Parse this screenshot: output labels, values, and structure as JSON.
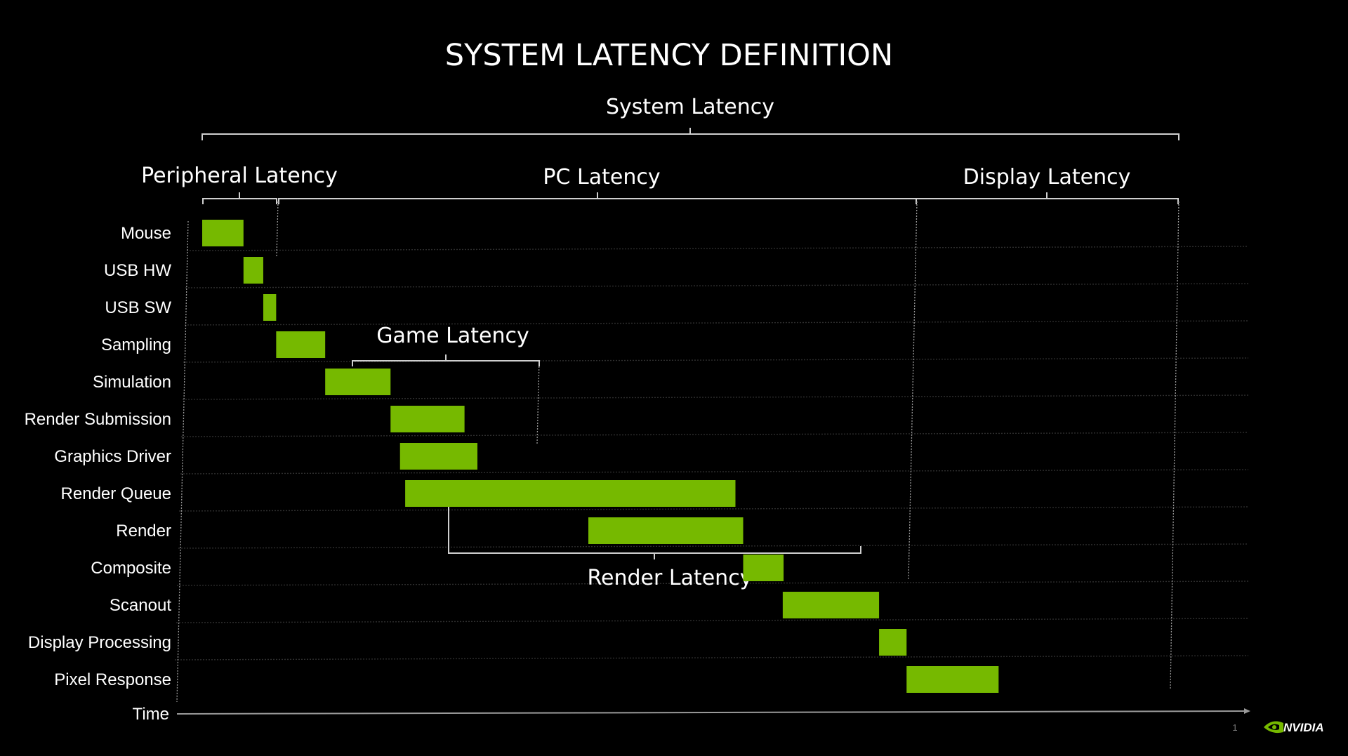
{
  "title": "SYSTEM LATENCY DEFINITION",
  "colors": {
    "background": "#000000",
    "bar": "#76b900",
    "text": "#ffffff",
    "bracket": "#cfcfcf"
  },
  "brackets": {
    "system_latency": "System Latency",
    "peripheral_latency": "Peripheral Latency",
    "pc_latency": "PC Latency",
    "display_latency": "Display Latency",
    "game_latency": "Game Latency",
    "render_latency": "Render Latency"
  },
  "time_axis_label": "Time",
  "stages": [
    {
      "label": "Mouse",
      "start": 0.0,
      "end": 4.8
    },
    {
      "label": "USB HW",
      "start": 4.8,
      "end": 7.1
    },
    {
      "label": "USB SW",
      "start": 7.1,
      "end": 8.6
    },
    {
      "label": "Sampling",
      "start": 8.6,
      "end": 14.3
    },
    {
      "label": "Simulation",
      "start": 14.3,
      "end": 21.9
    },
    {
      "label": "Render Submission",
      "start": 21.9,
      "end": 30.5
    },
    {
      "label": "Graphics Driver",
      "start": 23.0,
      "end": 32.0
    },
    {
      "label": "Render Queue",
      "start": 23.6,
      "end": 62.0
    },
    {
      "label": "Render",
      "start": 44.9,
      "end": 62.9
    },
    {
      "label": "Composite",
      "start": 62.9,
      "end": 67.6
    },
    {
      "label": "Scanout",
      "start": 67.5,
      "end": 78.7
    },
    {
      "label": "Display Processing",
      "start": 78.7,
      "end": 81.9
    },
    {
      "label": "Pixel Response",
      "start": 81.9,
      "end": 92.6
    }
  ],
  "page_number": "1",
  "logo": {
    "text": "NVIDIA",
    "icon": "nvidia-eye-icon"
  }
}
